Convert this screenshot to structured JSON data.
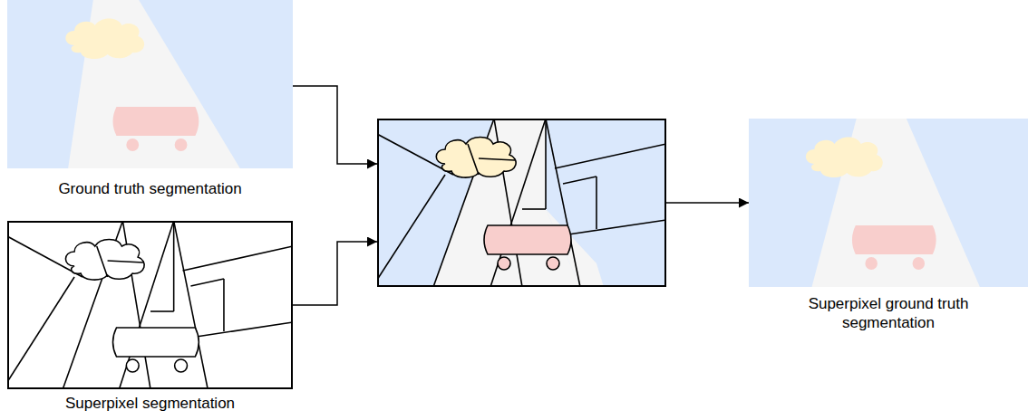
{
  "diagram": {
    "nodes": [
      {
        "text": [
          "Ground truth segmentation"
        ]
      },
      {
        "text": [
          "Superpixel segmentation"
        ]
      },
      {
        "text": []
      },
      {
        "text": [
          "Superpixel ground truth segmentation"
        ]
      }
    ],
    "edges": [
      {
        "from": 0,
        "to": 2,
        "arrow": "to"
      },
      {
        "from": 1,
        "to": 2,
        "arrow": "to"
      },
      {
        "from": 2,
        "to": 3,
        "arrow": "to"
      }
    ]
  }
}
